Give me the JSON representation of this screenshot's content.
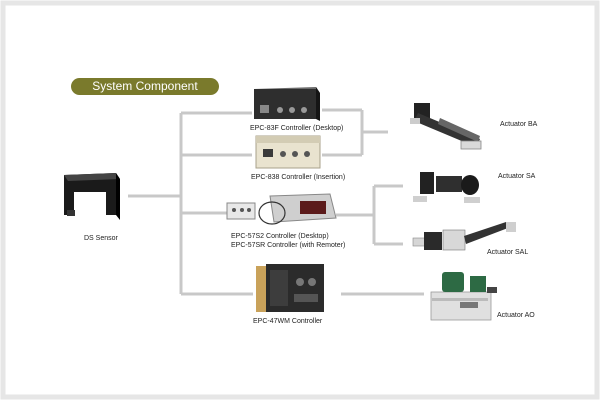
{
  "header": {
    "title": "System Component"
  },
  "components": {
    "sensor": {
      "label": "DS Sensor"
    },
    "epc83f": {
      "label": "EPC-83F Controller (Desktop)"
    },
    "epc838": {
      "label": "EPC-838 Controller (Insertion)"
    },
    "epc57": {
      "label_line1": "EPC-57S2 Controller (Desktop)",
      "label_line2": "EPC-57SR Controller (with Remoter)"
    },
    "epc47": {
      "label": "EPC-47WM Controller"
    },
    "actuator_ba": {
      "label": "Actuator BA"
    },
    "actuator_sa": {
      "label": "Actuator SA"
    },
    "actuator_sal": {
      "label": "Actuator SAL"
    },
    "actuator_ao": {
      "label": "Actuator AO"
    }
  },
  "colors": {
    "connector": "#c8c8c8",
    "badge": "#7a7a2c",
    "frame_shadow": "#dcdcdc"
  }
}
